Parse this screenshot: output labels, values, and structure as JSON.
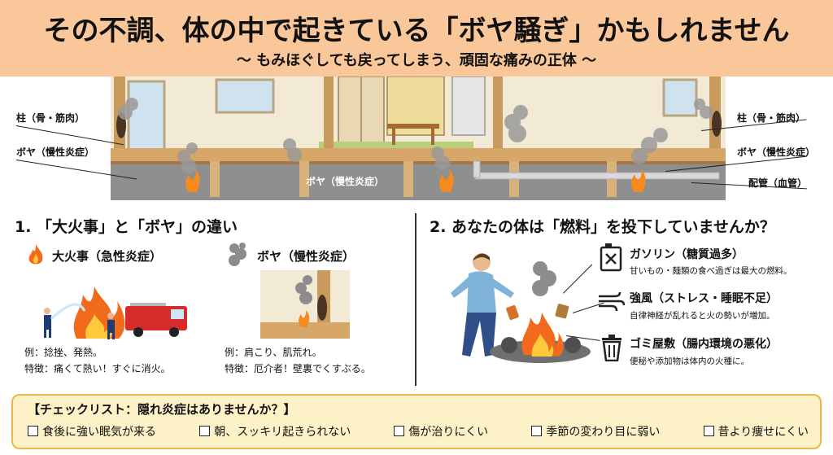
{
  "header": {
    "title": "その不調、体の中で起きている「ボヤ騒ぎ」かもしれません",
    "subtitle": "〜 もみほぐしても戻ってしまう、頑固な痛みの正体 〜"
  },
  "house_diagram": {
    "label_pillar_left": "柱（骨・筋肉）",
    "label_boya_left": "ボヤ（慢性炎症）",
    "label_boya_center": "ボヤ（慢性炎症）",
    "label_pillar_right": "柱（骨・筋肉）",
    "label_boya_right": "ボヤ（慢性炎症）",
    "label_pipe_right": "配管（血管）"
  },
  "section1": {
    "title": "1. 「大火事」と「ボヤ」の違い",
    "fire": {
      "title": "大火事（急性炎症）",
      "example_label": "例",
      "example": "：捻挫、発熱。",
      "feature_label": "特徴",
      "feature": "：痛くて熱い！すぐに消火。"
    },
    "smoke": {
      "title": "ボヤ（慢性炎症）",
      "example_label": "例",
      "example": "：肩こり、肌荒れ。",
      "feature_label": "特徴",
      "feature": "：厄介者！壁裏でくすぶる。"
    }
  },
  "section2": {
    "title": "2. あなたの体は「燃料」を投下していませんか？",
    "items": [
      {
        "icon": "fuel-can-icon",
        "title": "ガソリン（糖質過多）",
        "desc": "甘いもの・麺類の食べ過ぎは最大の燃料。"
      },
      {
        "icon": "wind-icon",
        "title": "強風（ストレス・睡眠不足）",
        "desc": "自律神経が乱れると火の勢いが増加。"
      },
      {
        "icon": "trash-can-icon",
        "title": "ゴミ屋敷（腸内環境の悪化）",
        "desc": "便秘や添加物は体内の火種に。"
      }
    ]
  },
  "checklist": {
    "title": "【チェックリスト：隠れ炎症はありませんか？】",
    "items": [
      "食後に強い眠気が来る",
      "朝、スッキリ起きられない",
      "傷が治りにくい",
      "季節の変わり目に弱い",
      "昔より痩せにくい"
    ]
  },
  "colors": {
    "header_bg": "#f9c79a",
    "checklist_bg": "#fdf1c8",
    "checklist_border": "#e9b84a",
    "flame": "#f58a1f",
    "fire_truck": "#d62b2b"
  }
}
